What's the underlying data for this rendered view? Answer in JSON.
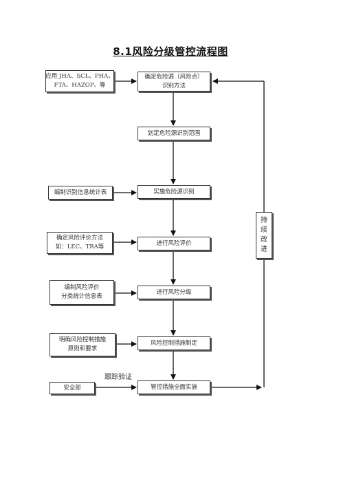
{
  "title": "8.1风险分级管控流程图",
  "main_steps": [
    [
      "确定危险源（风险点）",
      "识别方法"
    ],
    [
      "划定危险源识别范围"
    ],
    [
      "实施危险源识别"
    ],
    [
      "进行风险评价"
    ],
    [
      "进行风险分级"
    ],
    [
      "风险控制措施制定"
    ],
    [
      "管控措施全面实施"
    ]
  ],
  "inputs": [
    [
      "应用 JHA、SCL、PHA、",
      "FTA、HAZOP、等"
    ],
    [
      "编制识别信息统计表"
    ],
    [
      "确定风险评价方法",
      "如：LEC、TRA等"
    ],
    [
      "编制风险评价",
      "分类统计信息表"
    ],
    [
      "明确风险控制措施",
      "原则和要求"
    ],
    [
      "安全部"
    ]
  ],
  "feedback": {
    "label_chars": [
      "持",
      "续",
      "改",
      "进"
    ]
  },
  "trace_label": "跟踪验证"
}
